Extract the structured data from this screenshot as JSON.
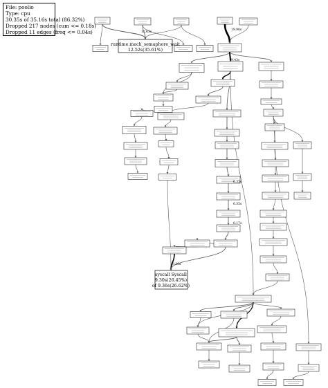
{
  "legend": {
    "file": "File: poolio",
    "type": "Type: cpu",
    "total": "30.35s of 35.16s total (86.32%)",
    "dropped_nodes": "Dropped 217 nodes (cum <= 0.18s)",
    "dropped_edges": "Dropped 11 edges (freq <= 0.04s)"
  },
  "nodes": {
    "runtime_mach_semaphore_wait": [
      "runtime.mach_semaphore_wait",
      "12.52s(35.61%)"
    ],
    "syscall_syscall": [
      "syscall Syscall",
      "9.30s(26.45%)",
      "of 9.36s(26.62%)"
    ]
  },
  "edge_labels": {
    "e_sem": "12.63s",
    "e_sys": "9.36s",
    "e_main_in": "19.90s",
    "e_main_1": "9.43s",
    "e_main_2": "6.35s",
    "e_main_3": "6.35s",
    "e_main_4": "6.17s"
  },
  "colors": {
    "stroke": "#000000",
    "thin_edge": "#555555",
    "background": "#ffffff"
  }
}
